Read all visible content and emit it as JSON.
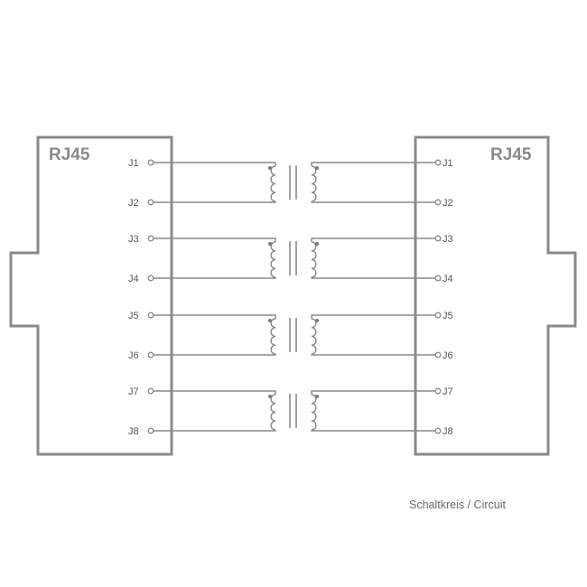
{
  "left_block": {
    "title": "RJ45",
    "pins": [
      "J1",
      "J2",
      "J3",
      "J4",
      "J5",
      "J6",
      "J7",
      "J8"
    ]
  },
  "right_block": {
    "title": "RJ45",
    "pins": [
      "J1",
      "J2",
      "J3",
      "J4",
      "J5",
      "J6",
      "J7",
      "J8"
    ]
  },
  "transformers": [
    {
      "pair": [
        "J1",
        "J2"
      ]
    },
    {
      "pair": [
        "J3",
        "J4"
      ]
    },
    {
      "pair": [
        "J5",
        "J6"
      ]
    },
    {
      "pair": [
        "J7",
        "J8"
      ]
    }
  ],
  "caption": "Schaltkreis / Circuit"
}
